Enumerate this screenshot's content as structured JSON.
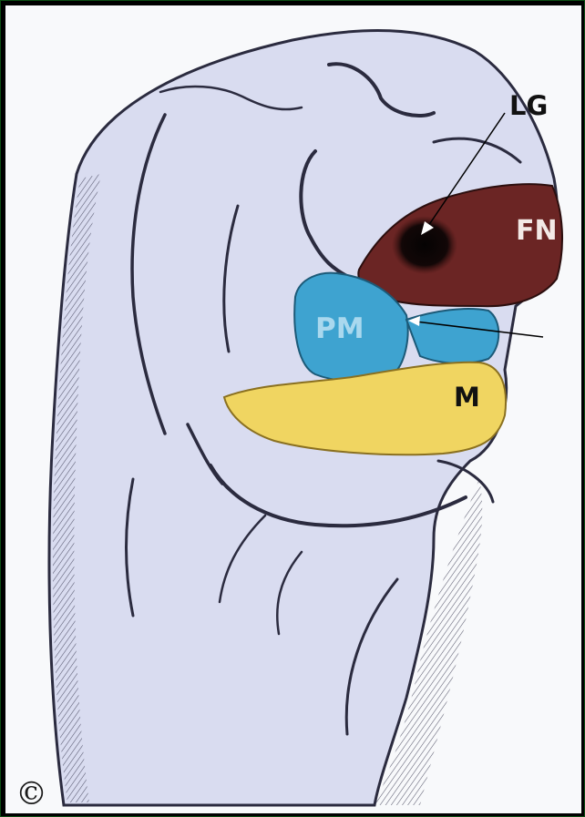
{
  "labels": {
    "lg": "LG",
    "fn": "FN",
    "pm": "PM",
    "m": "M"
  },
  "copyright": "©",
  "colors": {
    "background": "#000000",
    "border": "#0d4d13",
    "page": "#f8f9fb",
    "embryo": "#d9dcf0",
    "outline": "#2b2b3f",
    "frontonasal": "#6b2524",
    "premaxilla": "#3ea3d0",
    "maxilla": "#f0d561",
    "lacrimal_groove": "#120707"
  }
}
